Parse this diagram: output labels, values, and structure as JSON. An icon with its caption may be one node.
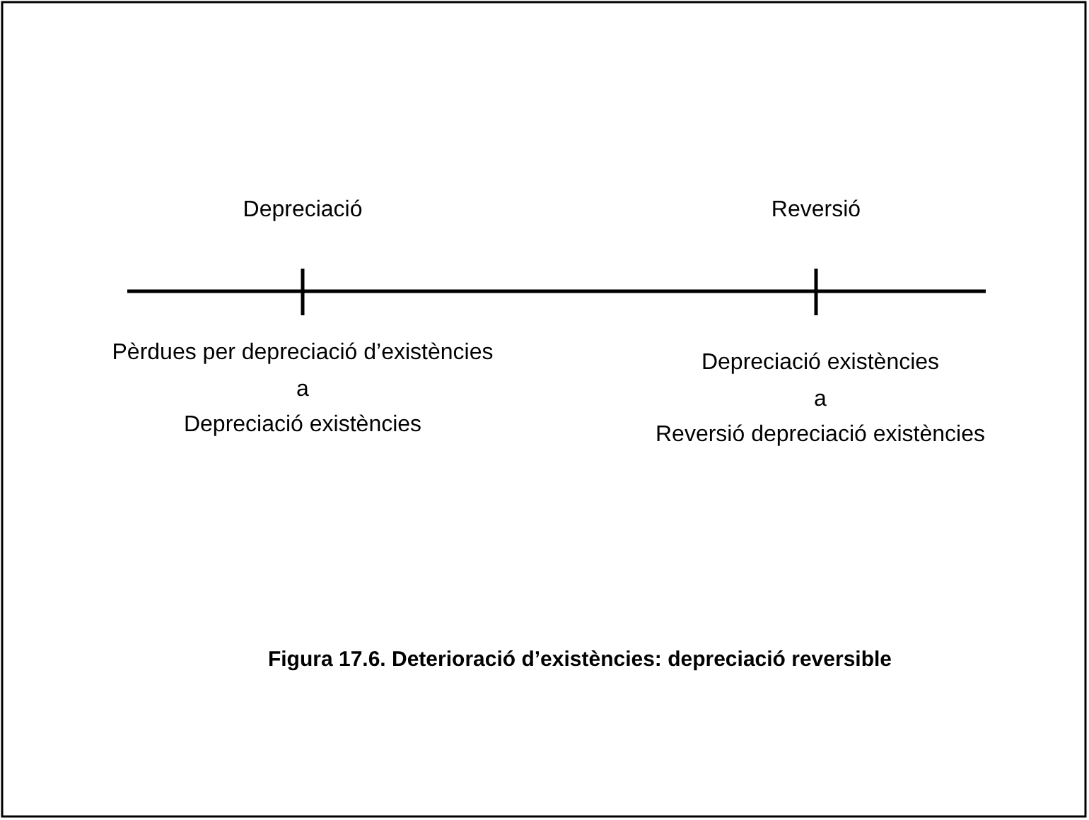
{
  "diagram": {
    "caption": "Figura 17.6. Deterioració d’existències: depreciació reversible",
    "labels": [
      "Depreciació",
      "Reversió",
      "Pèrdues per depreciació d’existències",
      "a",
      "Depreciació existències",
      "Depreciació existències",
      "a",
      "Reversió depreciació existències"
    ]
  }
}
